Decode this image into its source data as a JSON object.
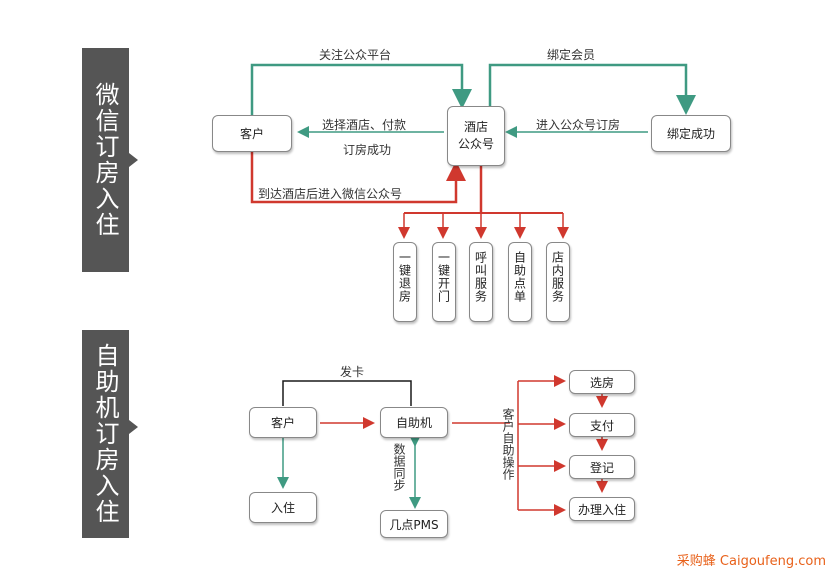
{
  "sections": {
    "wechat": {
      "title": "微信订房入住"
    },
    "kiosk": {
      "title": "自助机订房入住"
    }
  },
  "wechat_flow": {
    "customer": "客户",
    "hotel_account": "酒店\n公众号",
    "bind_success": "绑定成功",
    "edge_follow": "关注公众平台",
    "edge_bind_member": "绑定会员",
    "edge_choose": "选择酒店、付款",
    "edge_booked": "订房成功",
    "edge_enter_booking": "进入公众号订房",
    "edge_arrive": "到达酒店后进入微信公众号",
    "services": [
      {
        "label": "一键退房"
      },
      {
        "label": "一键开门"
      },
      {
        "label": "呼叫服务"
      },
      {
        "label": "自助点单"
      },
      {
        "label": "店内服务"
      }
    ]
  },
  "kiosk_flow": {
    "customer": "客户",
    "kiosk": "自助机",
    "checkin": "入住",
    "pms": "几点PMS",
    "edge_card": "发卡",
    "edge_sync": "数据同步",
    "edge_self_op": "客户自助操作",
    "steps": [
      {
        "label": "选房"
      },
      {
        "label": "支付"
      },
      {
        "label": "登记"
      },
      {
        "label": "办理入住"
      }
    ]
  },
  "watermark": "采购蜂 Caigoufeng.com",
  "colors": {
    "green": "#3f9a82",
    "red": "#d0382e",
    "black": "#1a1a1a",
    "band": "#555555"
  }
}
